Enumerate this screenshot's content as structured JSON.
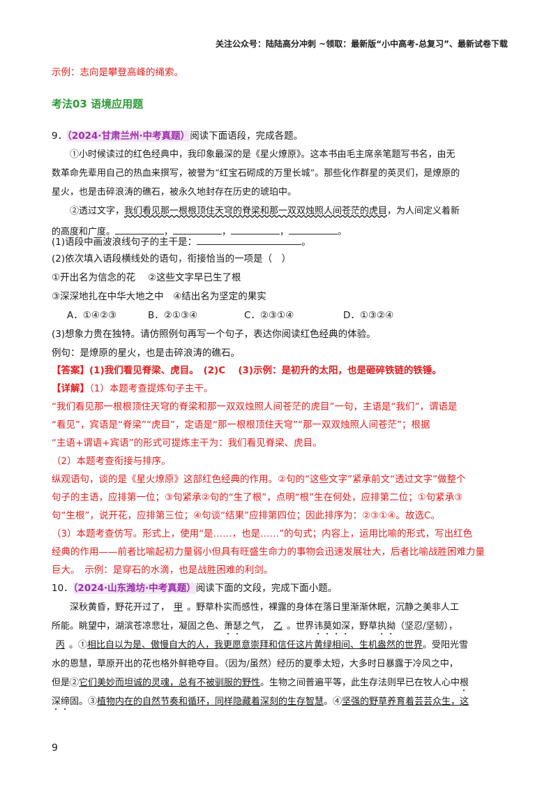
{
  "header": "关注公众号：陆陆高分冲刺 ~领取：最新版“小中高考-总复习”、最新试卷下载",
  "example_prev": "示例：志向是攀登高峰的绳索。",
  "section_title": "考法03 语境应用题",
  "q9": {
    "num": "9．",
    "source": "（2024·甘肃兰州·中考真题）",
    "prompt": "阅读下面语段，完成各题。",
    "p1_l1": "①小时候读过的红色经典中，我印象最深的是《星火燎原》。这本书由毛主席亲笔题写书名，由无",
    "p1_l2": "数革命先辈用自己的热血来撰写，被誉为“红宝石砌成的万里长城”。那些化作群星的英灵们，是燎原的",
    "p1_l3": "星火，也是击碎浪涛的礁石，被永久地封存在历史的琥珀中。",
    "p2_l1a": "②透过文字，",
    "p2_l1b": "我们看见那一根根顶住天穹的脊梁和那一双双烛照人间苍茫的虎目",
    "p2_l1c": "，为人间定义着新",
    "p2_l2": "的高度和广度。",
    "sub1": "(1)语段中画波浪线句子的主干是：",
    "sub2": "(2)依次填入语段横线处的语句，衔接恰当的一项是（　）",
    "opt1": "①开出名为信念的花　 ②这些文字早已生了根",
    "opt2": "③深深地扎在中华大地之中　④结出名为坚定的果实",
    "choiceA": "A．①④②③",
    "choiceB": "B．②①③④",
    "choiceC": "C．②③①④",
    "choiceD": "D．①③②④",
    "sub3": "(3)想象力贵在独特。请仿照例句再写一个句子，表达你阅读红色经典的体验。",
    "example": "例句：是燎原的星火，也是击碎浪涛的礁石。",
    "answer_tag": "【答案】",
    "answer": "(1)我们看见脊梁、虎目。　(2)C　 (3)示例：是初升的太阳，也是砸碎铁链的铁锤。",
    "detail_tag": "【详解】",
    "d1": "（1）本题考查提炼句子主干。",
    "d1_l1": "“我们看见那一根根顶住天穹的脊梁和那一双双烛照人间苍茫的虎目”一句，主语是“我们”，谓语是",
    "d1_l2": "“看见”，宾语是“脊梁”“虎目”，定语是“那一根根顶住天穹”“那一双双烛照人间苍茫”；根据",
    "d1_l3": "“主语+谓语+宾语”的形式可提炼主干为：我们看见脊梁、虎目。",
    "d2": "（2）本题考查衔接与排序。",
    "d2_l1": "纵观语句，谈的是《星火燎原》这部红色经典的作用。②句的“这些文字”紧承前文“透过文字”做整个",
    "d2_l2": "句子的主语，应排第一位；③句紧承②句的“生了根”，点明“根”生在何处，应排第二位；①句紧承③",
    "d2_l3": "句“生根”，说开花，应排第三位；④句谈“结果”应排第四位；因此排序为：②③①④。故选C。",
    "d3": "（3）本题考查仿写。形式上，使用“是……，也是……”的句式；内容上，运用比喻的形式，写出红色",
    "d3_l1": "经典的作用——前者比喻起初力量弱小但具有旺盛生命力的事物会迅速发展壮大，后者比喻战胜困难力量",
    "d3_l2": "巨大。　示例：是穿石的水滴，也是战胜困难的利剑。"
  },
  "q10": {
    "num": "10．",
    "source": "（2024·山东潍坊·中考真题）",
    "prompt": "阅读下面的文段，完成下面小题。",
    "l1a": "深秋黄昏，野花开过了，",
    "l1b": "甲",
    "l1c": "。野草朴实而感性，裸露的身体在落日里渐渐休眠，沉静之美非人工",
    "l2a": "所能。眺望中，湖滨苍凉悲壮，凝固之色、",
    "l2b": "萧瑟",
    "l2c": "之气，",
    "l2d": "乙",
    "l2e": "。世界",
    "l2f": "讳莫如深",
    "l2g": "，野草",
    "l2h": "执拗",
    "l2i": "（坚忍/坚韧），",
    "l3a": "丙",
    "l3b": "。①",
    "l3c": "相比自以为是、傲慢自大的人，我更愿意崇拜和信任这片黄绿相间、生机盎然的世界",
    "l3d": "。受阳光雪",
    "l4": "水的恩慧，草原开出的花也格外鲜艳夺目。（因为/虽然）经历的夏季太短，大多时日暴露于冷风之中，",
    "l5a": "但是②",
    "l5b": "它们美妙而坦诚的灵魂，总有不被驯服的野性",
    "l5c": "。生物之间普遍平等，此生存法则早已在牧人心中",
    "l5d": "根",
    "l6a": "深缔",
    "l6b": "固。③",
    "l6c": "植物内在的自然节奏和循环，同样隐藏着深刻的生存智慧",
    "l6d": "。④",
    "l6e": "坚强的野草养育着芸芸众生，这"
  },
  "page_number": "9"
}
